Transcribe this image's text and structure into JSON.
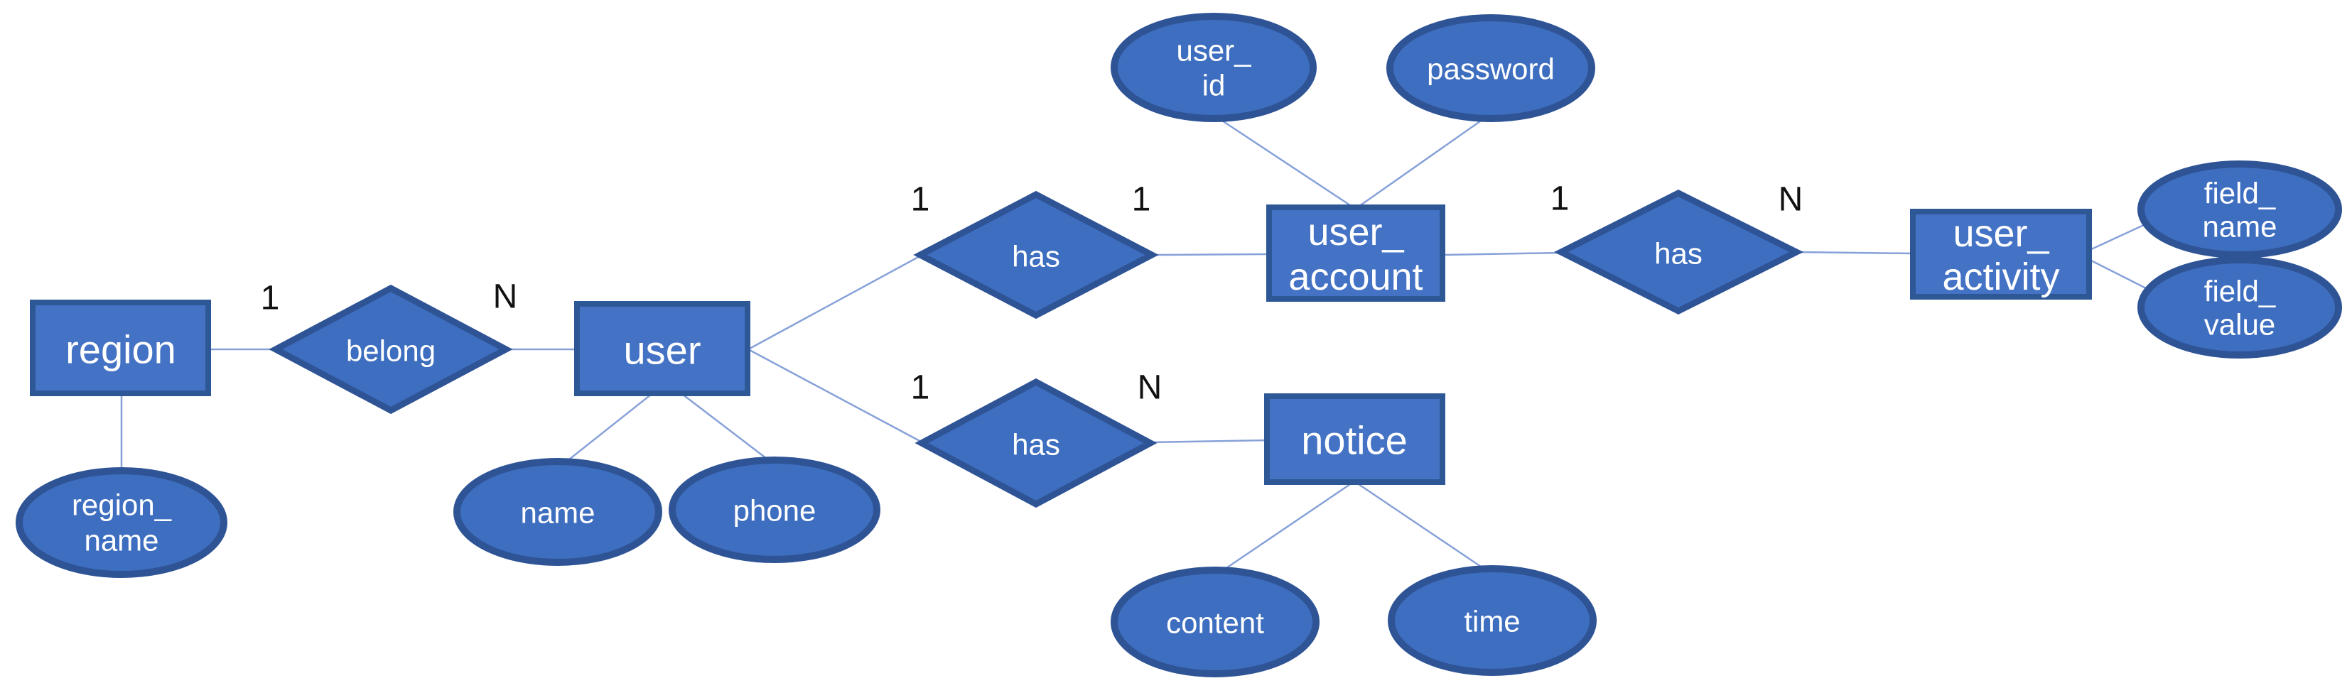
{
  "diagram": {
    "kind": "entity-relationship-diagram",
    "colors": {
      "shape_fill": "#4472C4",
      "shape_border": "#2F5496",
      "connector": "#86A1D8",
      "shape_text": "#FFFFFF",
      "cardinality_text": "#111111",
      "background": "#FFFFFF"
    },
    "entities": {
      "region": {
        "label": "region"
      },
      "user": {
        "label": "user"
      },
      "user_account": {
        "line1": "user_",
        "line2": "account"
      },
      "notice": {
        "label": "notice"
      },
      "user_activity": {
        "line1": "user_",
        "line2": "activity"
      }
    },
    "relationships": {
      "belong": {
        "label": "belong"
      },
      "has_top": {
        "label": "has"
      },
      "has_middle": {
        "label": "has"
      },
      "has_right": {
        "label": "has"
      }
    },
    "attributes": {
      "region_name": {
        "line1": "region_",
        "line2": "name"
      },
      "name": {
        "label": "name"
      },
      "phone": {
        "label": "phone"
      },
      "user_id": {
        "line1": "user_",
        "line2": "id"
      },
      "password": {
        "label": "password"
      },
      "content": {
        "label": "content"
      },
      "time": {
        "label": "time"
      },
      "field_name": {
        "line1": "field_",
        "line2": "name"
      },
      "field_value": {
        "line1": "field_",
        "line2": "value"
      }
    },
    "cardinalities": {
      "region_belong": "1",
      "belong_user": "N",
      "user_has_top": "1",
      "has_top_user_account": "1",
      "user_has_middle": "1",
      "has_middle_notice": "N",
      "user_account_has_right": "1",
      "has_right_user_activity": "N"
    }
  }
}
